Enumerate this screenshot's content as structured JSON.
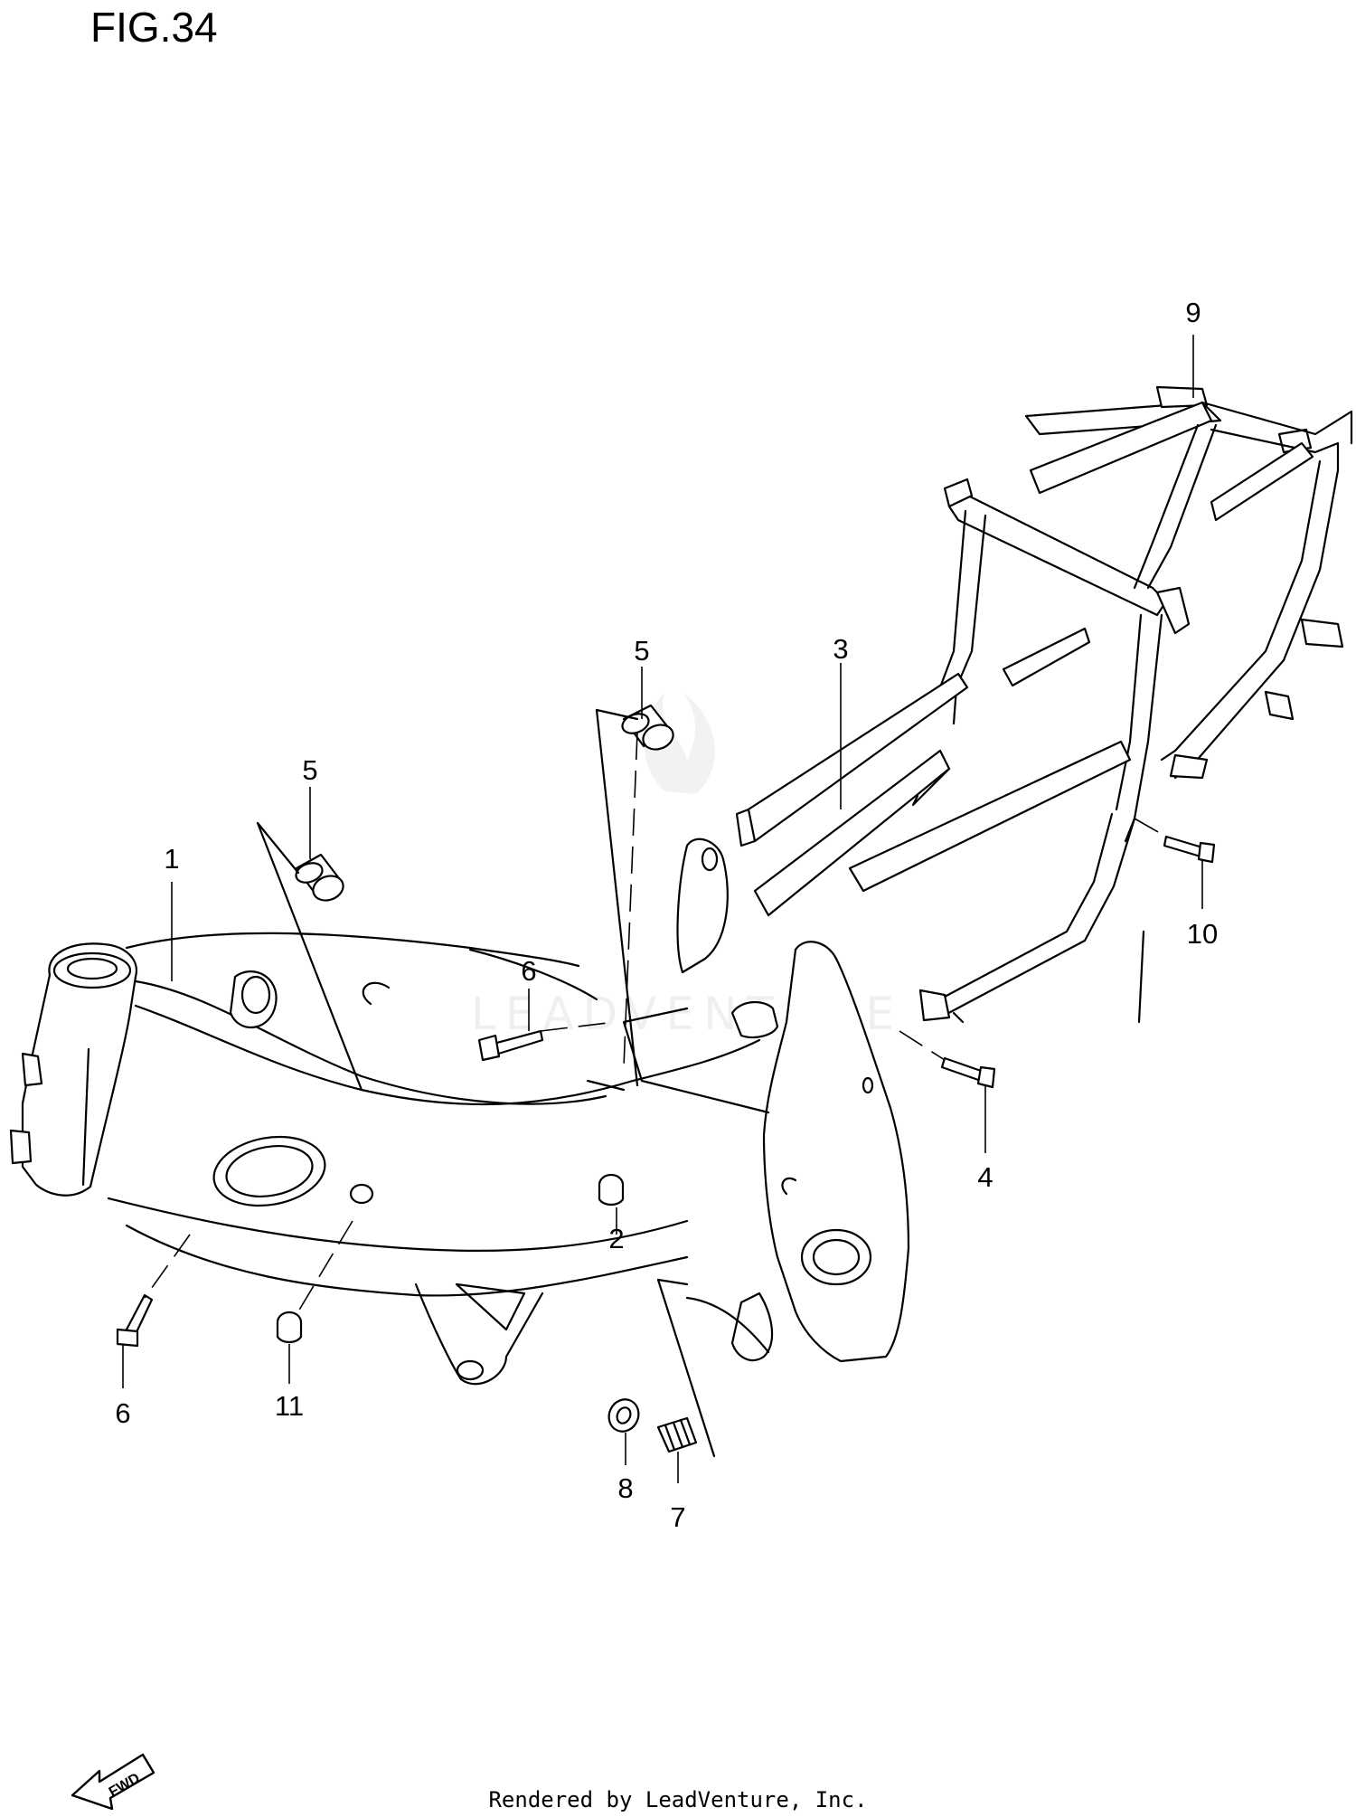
{
  "figure": {
    "title": "FIG.34"
  },
  "callouts": [
    {
      "id": "1",
      "label": "1"
    },
    {
      "id": "2",
      "label": "2"
    },
    {
      "id": "3",
      "label": "3"
    },
    {
      "id": "4",
      "label": "4"
    },
    {
      "id": "5a",
      "label": "5"
    },
    {
      "id": "5b",
      "label": "5"
    },
    {
      "id": "6a",
      "label": "6"
    },
    {
      "id": "6b",
      "label": "6"
    },
    {
      "id": "7",
      "label": "7"
    },
    {
      "id": "8",
      "label": "8"
    },
    {
      "id": "9",
      "label": "9"
    },
    {
      "id": "10",
      "label": "10"
    },
    {
      "id": "11",
      "label": "11"
    }
  ],
  "direction_badge": {
    "label": "FWD"
  },
  "watermark": {
    "text": "LEADVENTURE"
  },
  "footer": {
    "credit": "Rendered by LeadVenture, Inc."
  }
}
